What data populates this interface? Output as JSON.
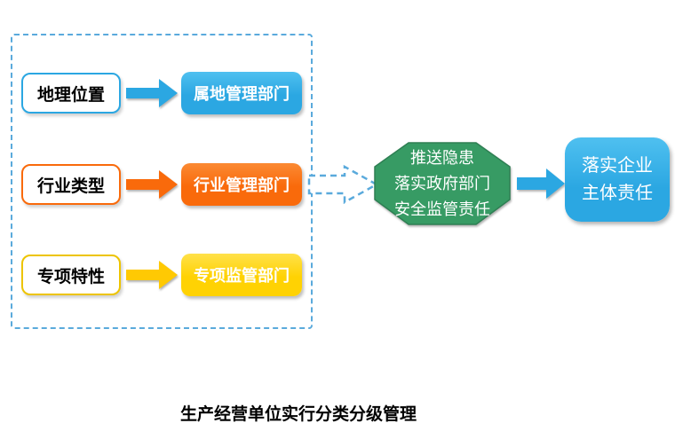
{
  "diagram": {
    "caption": "生产经营单位实行分类分级管理",
    "rows": [
      {
        "source": "地理位置",
        "target": "属地管理部门",
        "color": "#2BA7E2"
      },
      {
        "source": "行业类型",
        "target": "行业管理部门",
        "color": "#F96A0B"
      },
      {
        "source": "专项特性",
        "target": "专项监管部门",
        "color": "#FFD203"
      }
    ],
    "hub": {
      "line1": "推送隐患",
      "line2": "落实政府部门",
      "line3": "安全监管责任",
      "color": "#379B64"
    },
    "result": {
      "line1": "落实企业",
      "line2": "主体责任",
      "color": "#2BA7E2"
    },
    "frame_color": "#5AAADC"
  }
}
